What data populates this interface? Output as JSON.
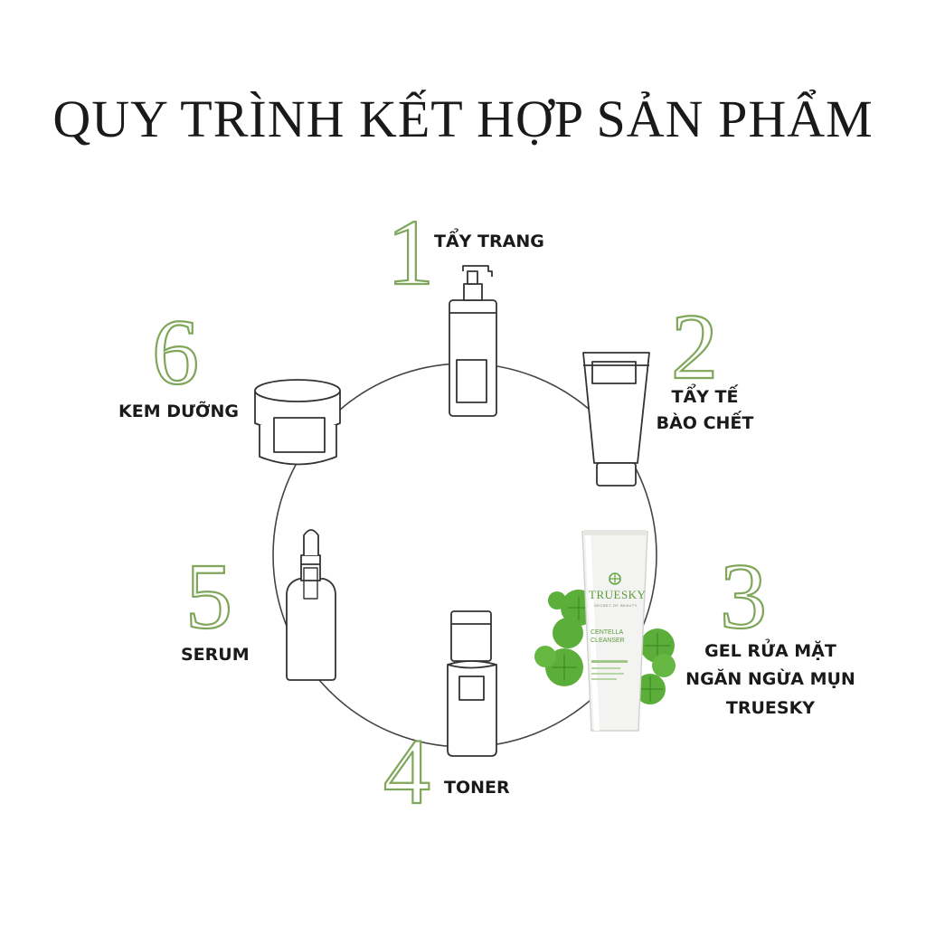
{
  "title": "QUY TRÌNH KẾT HỢP SẢN PHẨM",
  "accent_color": "#7fa65a",
  "steps": [
    {
      "number": "1",
      "label": "TẨY TRANG",
      "icon": "pump-bottle-icon"
    },
    {
      "number": "2",
      "label_lines": [
        "TẨY TẾ",
        "BÀO CHẾT"
      ],
      "icon": "tube-icon"
    },
    {
      "number": "3",
      "label_lines": [
        "GEL RỬA MẶT",
        "NGĂN NGỪA MỤN",
        "TRUESKY"
      ],
      "icon": "truesky-cleanser-product"
    },
    {
      "number": "4",
      "label": "TONER",
      "icon": "toner-bottle-icon"
    },
    {
      "number": "5",
      "label": "SERUM",
      "icon": "dropper-bottle-icon"
    },
    {
      "number": "6",
      "label": "KEM DƯỠNG",
      "icon": "cream-jar-icon"
    }
  ],
  "product": {
    "brand": "TRUESKY",
    "tagline": "SECRET OF BEAUTY",
    "name_line1": "CENTELLA",
    "name_line2": "CLEANSER"
  }
}
